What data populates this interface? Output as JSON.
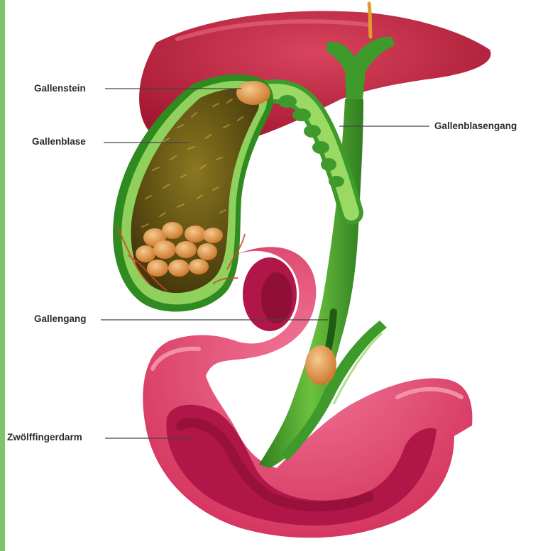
{
  "labels": {
    "gallenstein": "Gallenstein",
    "gallenblase": "Gallenblase",
    "gallenblasengang": "Gallenblasengang",
    "gallengang": "Gallengang",
    "zwoelffingerdarm": "Zwölffingerdarm"
  },
  "colors": {
    "edge_bar": "#7fc36b",
    "liver": "#b81d3d",
    "liver_highlight": "#d9435e",
    "duct_green": "#3f9a2c",
    "duct_light": "#8fd15c",
    "gallbladder_inner": "#6b5a16",
    "stone": "#e39a4a",
    "intestine": "#e4426b",
    "intestine_light": "#f27897",
    "intestine_inner": "#b01648",
    "leader_line": "#444444"
  }
}
